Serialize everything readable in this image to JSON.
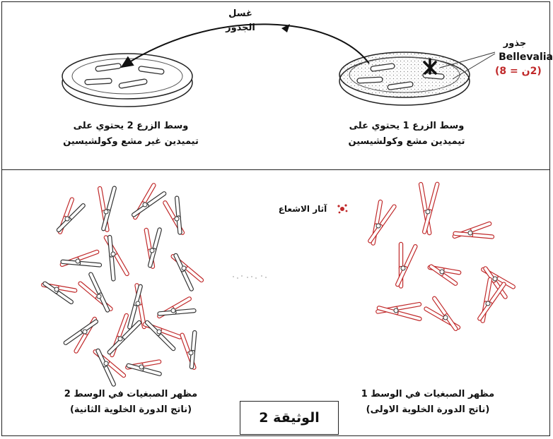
{
  "top": {
    "wash_label_line1": "غسل",
    "wash_label_line2": "الجذور",
    "roots_label": "جذور",
    "plant_name": "Bellevalia",
    "chromosome_count": "(2ن = 8)",
    "medium2_line1": "وسط الزرع 2 يحتوي على",
    "medium2_line2": "تيميدين غير مشع وكولشيسين",
    "medium1_line1": "وسط الزرع 1 يحتوي على",
    "medium1_line2": "تيميدين مشع وكولشيسين"
  },
  "bottom": {
    "radiation_trace_label": "آثار الاشعاع",
    "left_caption_line1": "مظهر الصبغيات في الوسط 2",
    "left_caption_line2": "(ناتج الدورة الخلوية الثانية)",
    "right_caption_line1": "مظهر الصبغيات في الوسط 1",
    "right_caption_line2": "(ناتج الدورة الخلوية الاولى)"
  },
  "document_label": "الوثيقة 2",
  "colors": {
    "radiation": "#c0292a",
    "outline": "#222222"
  }
}
